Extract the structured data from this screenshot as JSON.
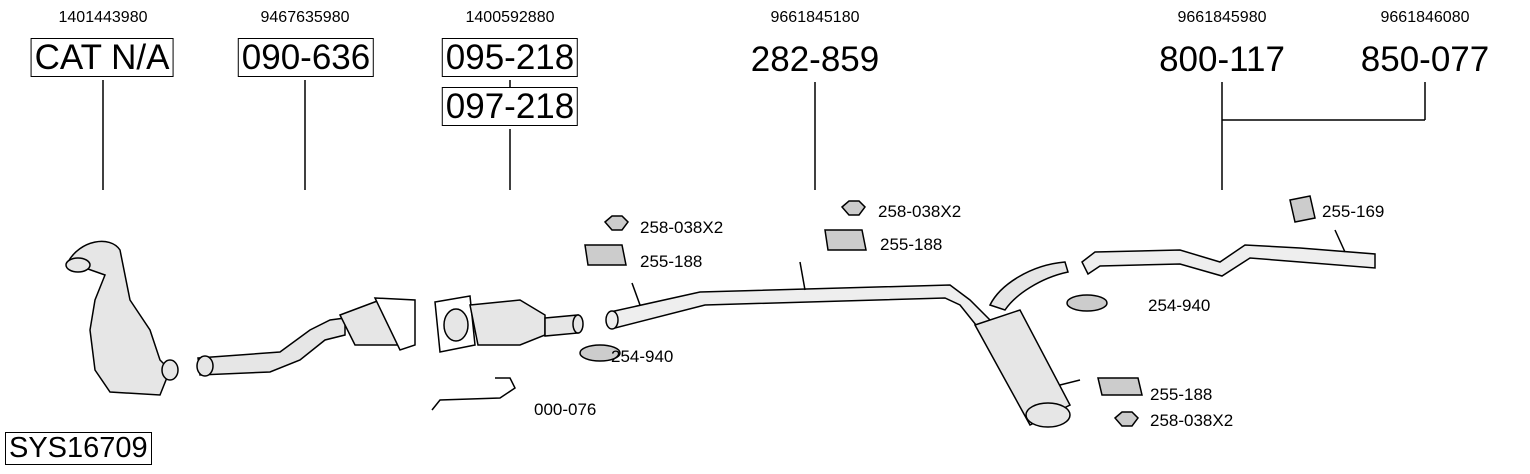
{
  "groups": [
    {
      "oe": "1401443980",
      "parts": [
        "CAT N/A"
      ]
    },
    {
      "oe": "9467635980",
      "parts": [
        "090-636"
      ]
    },
    {
      "oe": "1400592880",
      "parts": [
        "095-218",
        "097-218"
      ]
    },
    {
      "oe": "9661845180",
      "parts": [
        "282-859"
      ]
    },
    {
      "oe": "9661845980",
      "parts": [
        "800-117"
      ]
    },
    {
      "oe": "9661846080",
      "parts": [
        "850-077"
      ]
    }
  ],
  "accessories": [
    "258-038X2",
    "255-188",
    "258-038X2",
    "255-188",
    "255-169",
    "254-940",
    "254-940",
    "000-076",
    "255-188",
    "258-038X2"
  ],
  "system_id": "SYS16709"
}
